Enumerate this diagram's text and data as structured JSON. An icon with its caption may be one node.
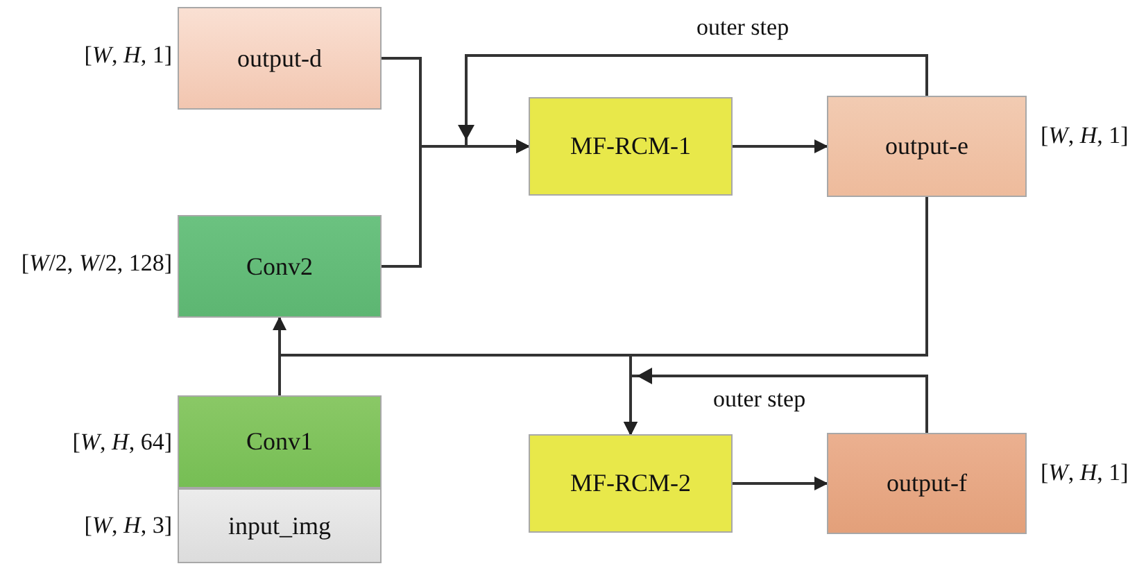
{
  "diagram": {
    "nodes": [
      {
        "text": [
          "output-d"
        ],
        "beside": [
          "[*W*, *H*, 1]"
        ]
      },
      {
        "text": [
          "MF-RCM-1"
        ]
      },
      {
        "text": [
          "output-e"
        ],
        "beside": [
          "[*W*, *H*, 1]"
        ]
      },
      {
        "text": [
          "Conv2"
        ],
        "beside": [
          "[*W*/2, *W*/2, 128]"
        ]
      },
      {
        "text": [
          "Conv1"
        ],
        "beside": [
          "[*W*, *H*, 64]"
        ]
      },
      {
        "text": [
          "input_img"
        ],
        "beside": [
          "[*W*, *H*, 3]"
        ]
      },
      {
        "text": [
          "MF-RCM-2"
        ]
      },
      {
        "text": [
          "output-f"
        ],
        "beside": [
          "[*W*, *H*, 1]"
        ]
      }
    ],
    "edges": [
      {
        "from": 0,
        "to": 1,
        "arrow": "to"
      },
      {
        "from": 3,
        "to": 1,
        "arrow": "to"
      },
      {
        "from": 2,
        "to": 1,
        "arrow": "to",
        "label": "outer step"
      },
      {
        "from": 1,
        "to": 2,
        "arrow": "to"
      },
      {
        "from": 4,
        "to": 3,
        "arrow": "to"
      },
      {
        "from": 2,
        "to": 6,
        "arrow": "to"
      },
      {
        "from": 4,
        "to": 6,
        "arrow": "to"
      },
      {
        "from": 7,
        "to": 6,
        "arrow": "to",
        "label": "outer step"
      },
      {
        "from": 6,
        "to": 7,
        "arrow": "to"
      }
    ]
  }
}
